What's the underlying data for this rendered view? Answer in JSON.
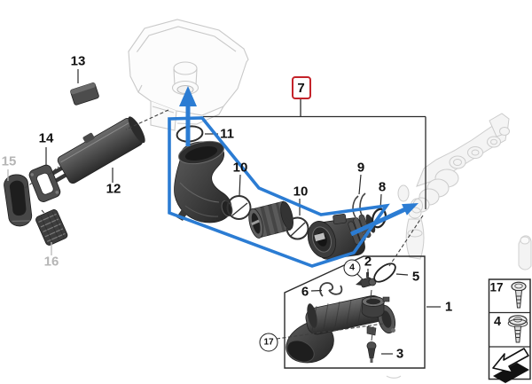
{
  "diagram": {
    "callouts": {
      "n1": "1",
      "n2": "2",
      "n3": "3",
      "n4": "4",
      "n5": "5",
      "n6": "6",
      "n7": "7",
      "n8": "8",
      "n9": "9",
      "n10": "10",
      "n11": "11",
      "n12": "12",
      "n13": "13",
      "n14": "14",
      "n15": "15",
      "n16": "16",
      "n17": "17"
    },
    "highlighted_callout": "7",
    "legend_panel": {
      "rows": [
        {
          "label": "17",
          "icon": "screw-icon"
        },
        {
          "label": "4",
          "icon": "screw-icon"
        },
        {
          "icon": "direction-arrow-icon"
        }
      ]
    },
    "colors": {
      "flow_blue": "#2b7cd3",
      "highlight_red": "#c4232a",
      "label_black": "#111111",
      "muted_label_gray": "#b5b5b5",
      "ghost_gray": "#c9c9c9"
    }
  }
}
